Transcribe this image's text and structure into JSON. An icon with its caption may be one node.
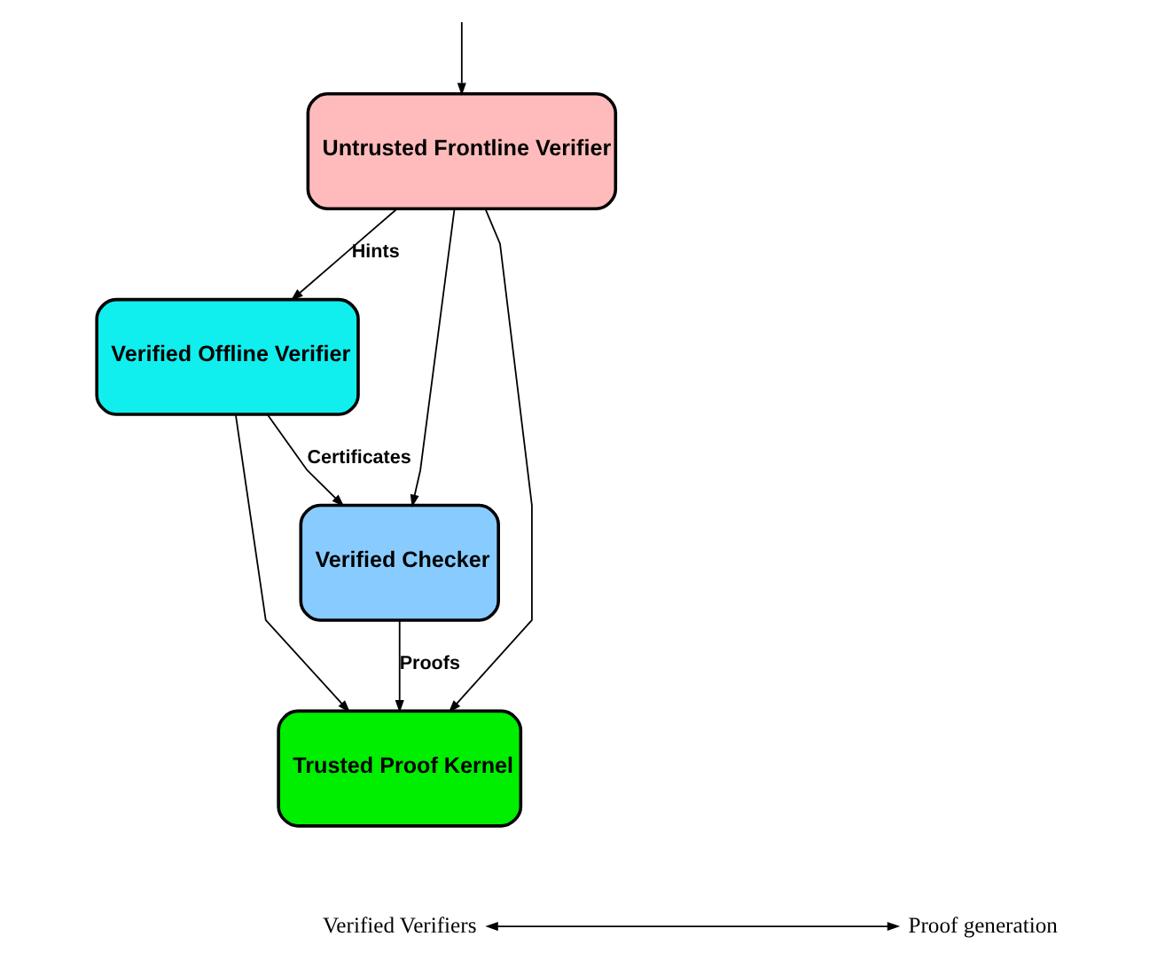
{
  "diagram": {
    "nodes": [
      {
        "text": [
          "Untrusted Frontline Verifier"
        ]
      },
      {
        "text": [
          "Verified Offline Verifier"
        ]
      },
      {
        "text": [
          "Verified Checker"
        ]
      },
      {
        "text": [
          "Trusted Proof Kernel"
        ]
      },
      {
        "text": [
          "Verified Verifiers"
        ]
      },
      {
        "text": [
          "Proof generation"
        ]
      }
    ],
    "edges": [
      {
        "from": null,
        "to": 0,
        "arrow": "to"
      },
      {
        "from": 0,
        "to": 1,
        "arrow": "to",
        "label": "Hints"
      },
      {
        "from": 0,
        "to": 2,
        "arrow": "to"
      },
      {
        "from": 0,
        "to": 3,
        "arrow": "to"
      },
      {
        "from": 1,
        "to": 2,
        "arrow": "to",
        "label": "Certificates"
      },
      {
        "from": 1,
        "to": 3,
        "arrow": "to"
      },
      {
        "from": 2,
        "to": 3,
        "arrow": "to",
        "label": "Proofs"
      },
      {
        "from": 4,
        "to": 5,
        "arrow": "both"
      }
    ]
  }
}
